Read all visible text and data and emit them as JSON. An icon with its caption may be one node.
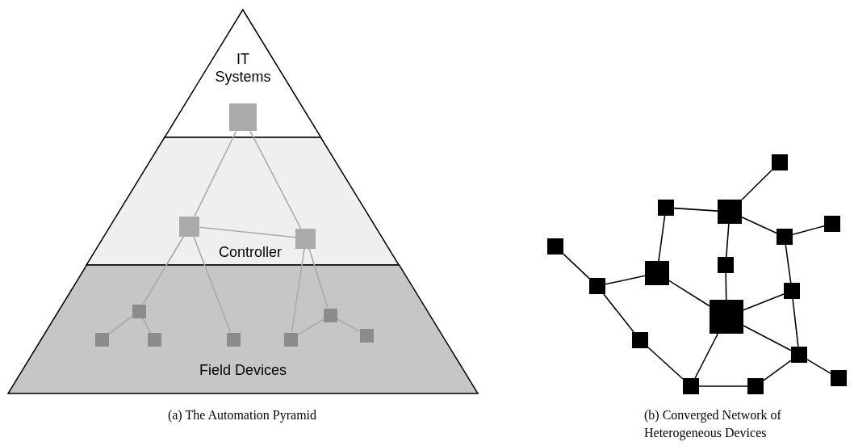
{
  "diagram": {
    "nodes": [
      {
        "text": [
          "IT Systems"
        ]
      },
      {
        "text": [
          "Controller"
        ]
      },
      {
        "text": [
          "Field Devices"
        ]
      },
      {
        "text": [],
        "shape": "box",
        "in": 0
      },
      {
        "text": [],
        "shape": "box",
        "in": 1
      },
      {
        "text": [],
        "shape": "box",
        "in": 1
      },
      {
        "text": [],
        "shape": "box",
        "in": 2
      },
      {
        "text": [],
        "shape": "box",
        "in": 2
      },
      {
        "text": [],
        "shape": "box",
        "in": 2
      },
      {
        "text": [],
        "shape": "box",
        "in": 2
      },
      {
        "text": [],
        "shape": "box",
        "in": 2
      },
      {
        "text": [],
        "shape": "box",
        "in": 2
      },
      {
        "text": [],
        "shape": "box",
        "in": 2
      },
      {
        "text": [],
        "shape": "box"
      },
      {
        "text": [],
        "shape": "box"
      },
      {
        "text": [],
        "shape": "box"
      },
      {
        "text": [],
        "shape": "box"
      },
      {
        "text": [],
        "shape": "box"
      },
      {
        "text": [],
        "shape": "box"
      },
      {
        "text": [],
        "shape": "box"
      },
      {
        "text": [],
        "shape": "box"
      },
      {
        "text": [],
        "shape": "box"
      },
      {
        "text": [],
        "shape": "box"
      },
      {
        "text": [],
        "shape": "box"
      },
      {
        "text": [],
        "shape": "box"
      },
      {
        "text": [],
        "shape": "box"
      },
      {
        "text": [],
        "shape": "box"
      },
      {
        "text": [],
        "shape": "box"
      },
      {
        "text": [],
        "shape": "box"
      }
    ],
    "edges": [
      {
        "from": 3,
        "to": 4,
        "arrow": "none",
        "color": "#aaaaaa"
      },
      {
        "from": 3,
        "to": 5,
        "arrow": "none",
        "color": "#aaaaaa"
      },
      {
        "from": 4,
        "to": 5,
        "arrow": "none",
        "color": "#aaaaaa"
      },
      {
        "from": 4,
        "to": 6,
        "arrow": "none",
        "color": "#aaaaaa"
      },
      {
        "from": 4,
        "to": 10,
        "arrow": "none",
        "color": "#aaaaaa"
      },
      {
        "from": 5,
        "to": 11,
        "arrow": "none",
        "color": "#aaaaaa"
      },
      {
        "from": 5,
        "to": 7,
        "arrow": "none",
        "color": "#aaaaaa"
      },
      {
        "from": 6,
        "to": 8,
        "arrow": "none",
        "color": "#aaaaaa"
      },
      {
        "from": 6,
        "to": 9,
        "arrow": "none",
        "color": "#aaaaaa"
      },
      {
        "from": 11,
        "to": 7,
        "arrow": "none",
        "color": "#aaaaaa"
      },
      {
        "from": 7,
        "to": 12,
        "arrow": "none",
        "color": "#aaaaaa"
      },
      {
        "from": 13,
        "to": 15,
        "arrow": "none"
      },
      {
        "from": 14,
        "to": 15,
        "arrow": "none"
      },
      {
        "from": 14,
        "to": 20,
        "arrow": "none"
      },
      {
        "from": 15,
        "to": 17,
        "arrow": "none"
      },
      {
        "from": 15,
        "to": 19,
        "arrow": "none"
      },
      {
        "from": 17,
        "to": 16,
        "arrow": "none"
      },
      {
        "from": 17,
        "to": 22,
        "arrow": "none"
      },
      {
        "from": 18,
        "to": 21,
        "arrow": "none"
      },
      {
        "from": 21,
        "to": 20,
        "arrow": "none"
      },
      {
        "from": 21,
        "to": 24,
        "arrow": "none"
      },
      {
        "from": 20,
        "to": 23,
        "arrow": "none"
      },
      {
        "from": 19,
        "to": 23,
        "arrow": "none"
      },
      {
        "from": 23,
        "to": 22,
        "arrow": "none"
      },
      {
        "from": 23,
        "to": 25,
        "arrow": "none"
      },
      {
        "from": 23,
        "to": 27,
        "arrow": "none"
      },
      {
        "from": 22,
        "to": 25,
        "arrow": "none"
      },
      {
        "from": 25,
        "to": 26,
        "arrow": "none"
      },
      {
        "from": 24,
        "to": 27,
        "arrow": "none"
      },
      {
        "from": 27,
        "to": 28,
        "arrow": "none"
      },
      {
        "from": 28,
        "to": 25,
        "arrow": "none"
      }
    ],
    "labels": [
      "(a) The Automation Pyramid",
      "(b) Converged Network of Heterogeneous Devices"
    ]
  }
}
